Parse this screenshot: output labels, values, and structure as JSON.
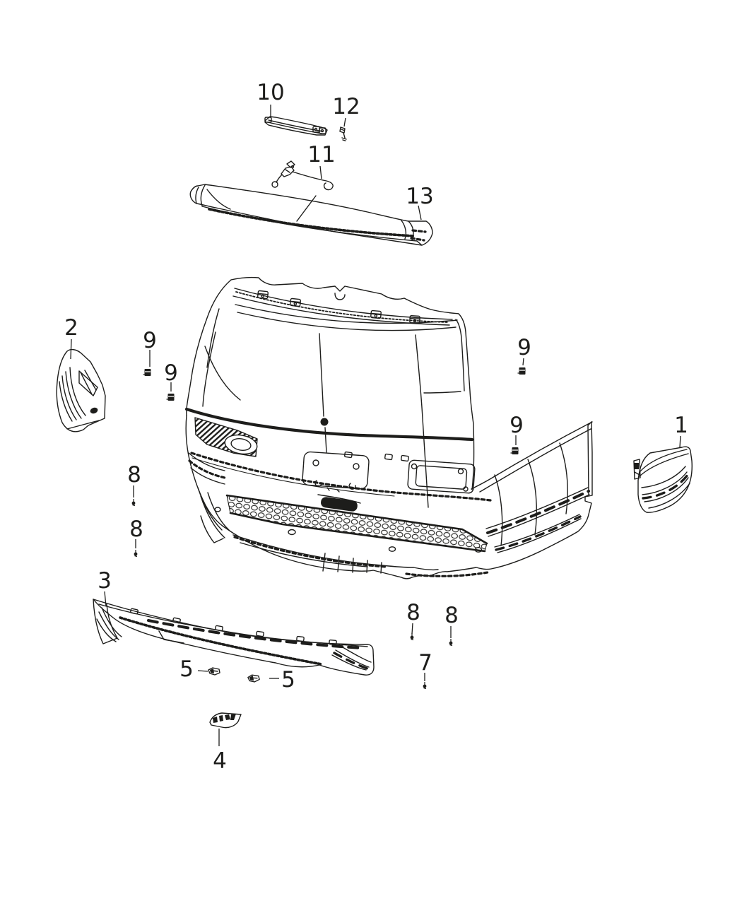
{
  "diagram": {
    "background_color": "#ffffff",
    "line_color": "#1d1d1b",
    "callouts": {
      "c1": "1",
      "c2": "2",
      "c3": "3",
      "c4": "4",
      "c5a": "5",
      "c5b": "5",
      "c7": "7",
      "c8a": "8",
      "c8b": "8",
      "c8c": "8",
      "c8d": "8",
      "c9a": "9",
      "c9b": "9",
      "c9c": "9",
      "c9d": "9",
      "c10": "10",
      "c11": "11",
      "c12": "12",
      "c13": "13"
    }
  }
}
